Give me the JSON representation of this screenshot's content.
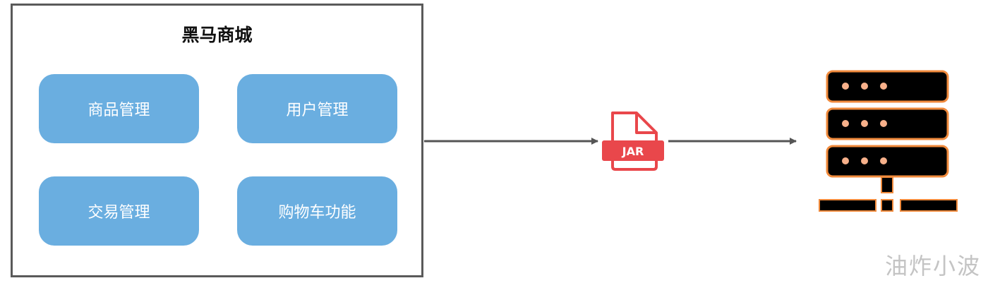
{
  "diagram": {
    "app_title": "黑马商城",
    "modules": [
      "商品管理",
      "用户管理",
      "交易管理",
      "购物车功能"
    ],
    "jar_label": "JAR",
    "watermark": "油炸小波"
  },
  "colors": {
    "module_fill": "#6aaee0",
    "box_border": "#5a5a5a",
    "arrow": "#555555",
    "jar_red": "#e9474b",
    "server_outline": "#f08a3c"
  },
  "icons": [
    "jar-file-icon",
    "server-icon"
  ]
}
